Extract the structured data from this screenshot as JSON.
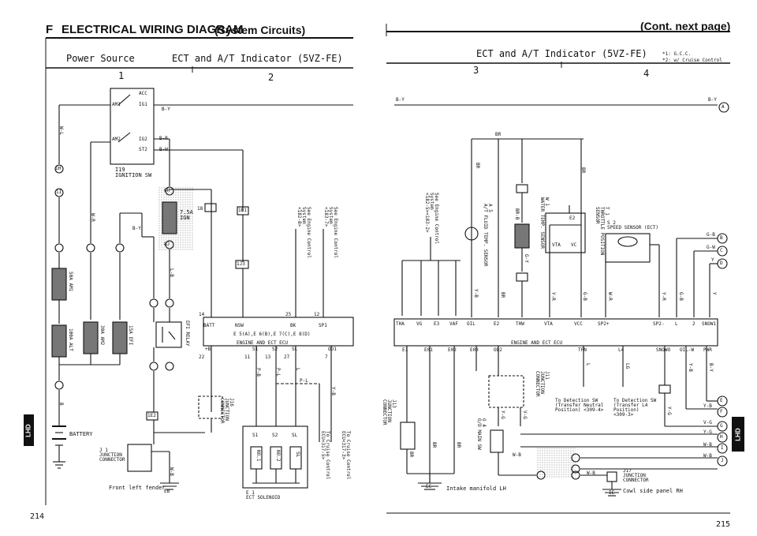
{
  "left_page": {
    "section_letter": "F",
    "title": "ELECTRICAL WIRING DIAGRAM",
    "subtitle": "(System Circuits)",
    "header_left": "Power Source",
    "header_right": "ECT and A/T Indicator (5VZ-FE)",
    "columns": [
      "1",
      "2"
    ],
    "page_number": "214",
    "lhd_tab": "LHD",
    "components": {
      "ignition_sw": "I19\nIGNITION SW",
      "ign_sw_terms": [
        "ACC",
        "AM1",
        "IG1",
        "AM2",
        "IG2",
        "ST2"
      ],
      "fuse_ign": "7.5A\nIGN",
      "fuses": [
        "50A AM1",
        "100A ALT",
        "30A AM2",
        "15A EFI"
      ],
      "efi_relay": "EFI RELAY",
      "battery": "BATTERY",
      "j1": "J 1\nJUNCTION\nCONNECTOR",
      "j16": "J16\nJUNCTION\nCONNECTOR",
      "ground_eb": "EB",
      "ground_eb_label": "Front left fender",
      "ecu_label": "ENGINE AND ECT ECU",
      "ecu_pins_top": [
        "BATT",
        "NSW",
        "BK",
        "SP1"
      ],
      "ecu_pins_bottom": [
        "+B",
        "S1",
        "S2",
        "SL",
        "OD1"
      ],
      "ecu_codes": "E 5(A),E 6(B),E 7(C),E 8(D)",
      "ect_solenoid": "E 1\nECT SOLENOID",
      "solenoids": [
        "S1",
        "S2",
        "SL",
        "NO.1",
        "NO.2",
        "SL"
      ],
      "see_engine_control_1": "See Engine Control\nSystem\n<182-8>",
      "see_engine_control_2": "See Engine Control\nSystem\n<183-7>",
      "to_cruise_1": "To Cruise Control\nECU<317-5>",
      "to_cruise_2": "To Cruise Control\nECU<317-3>"
    },
    "wires": [
      "B-Y",
      "W-L",
      "W-R",
      "B-R",
      "B-W",
      "L-B",
      "B-Y",
      "P-B",
      "P-L",
      "L",
      "P-L",
      "Y-B",
      "W-B",
      "B"
    ],
    "connectors": [
      "1H",
      "1I",
      "1E2",
      "1J3",
      "1E1",
      "6H",
      "8J",
      "18",
      "14",
      "25",
      "12",
      "22",
      "11",
      "13",
      "27",
      "7"
    ]
  },
  "right_page": {
    "cont_note": "(Cont. next page)",
    "header_right": "ECT and A/T Indicator (5VZ-FE)",
    "footnotes": [
      "*1: G.C.C.",
      "*2: w/ Cruise Control"
    ],
    "columns": [
      "3",
      "4"
    ],
    "page_number": "215",
    "lhd_tab": "LHD",
    "components": {
      "see_engine_control": "See Engine Control\nSystem\n<182-5><183-2>",
      "fluid_temp": "A 5\nA/T FLUID TEMP. SENSOR",
      "water_temp": "W 1\nWATER TEMP. SENSOR",
      "throttle_pos": "T 1\nTHROTTLE POSITION\nSENSOR",
      "speed_sensor": "S 2\nSPEED SENSOR (ECT)",
      "ecu_label": "ENGINE AND ECT ECU",
      "ecu_pins_top": [
        "THA",
        "VG",
        "E3",
        "VAF",
        "OIL",
        "E2",
        "THW",
        "VTA",
        "VCC",
        "SP2+",
        "SP2-",
        "L",
        "2",
        "SNOW1"
      ],
      "ecu_pins_bottom": [
        "E1",
        "E01",
        "E02",
        "E03",
        "OD2",
        "TFN",
        "L4",
        "SNOWO",
        "OIL-W",
        "PWR"
      ],
      "j13": "J13\nJUNCTION\nCONNECTOR",
      "j17": "J17\nJUNCTION\nCONNECTOR",
      "j11": "J11\nJUNCTION\nCONNECTOR",
      "od_main_sw": "O 4\nO/D MAIN SW",
      "ground_ec": "EC",
      "ground_ec_label": "Intake manifold LH",
      "ground_ie": "IE",
      "ground_ie_label": "Cowl side panel RH",
      "to_detection_1": "To Detection SW\n(Transfer Neutral\nPosition) <309-4>",
      "to_detection_2": "To Detection SW\n(Transfer L4\nPosition)\n<309-3>",
      "vta_vc": [
        "E2",
        "VTA",
        "VC"
      ]
    },
    "right_edge_labels": [
      "A",
      "B",
      "C",
      "D",
      "E",
      "F",
      "G",
      "H",
      "I",
      "J"
    ],
    "right_edge_wires": [
      "B-Y",
      "G-B",
      "G-W",
      "Y",
      "Y-B",
      "V-G",
      "Y-G",
      "W-B",
      "W-B"
    ],
    "wires": [
      "B-Y",
      "BR",
      "BR",
      "BR",
      "Y-B",
      "BR",
      "BR-B",
      "G-Y",
      "Y-R",
      "G-B",
      "W-R",
      "Y-R",
      "G-B",
      "Y",
      "BR",
      "BR",
      "BR",
      "Y-G",
      "V-G",
      "L",
      "LG",
      "Y-G",
      "Y-B",
      "B-Y",
      "W-B",
      "W-B"
    ]
  }
}
